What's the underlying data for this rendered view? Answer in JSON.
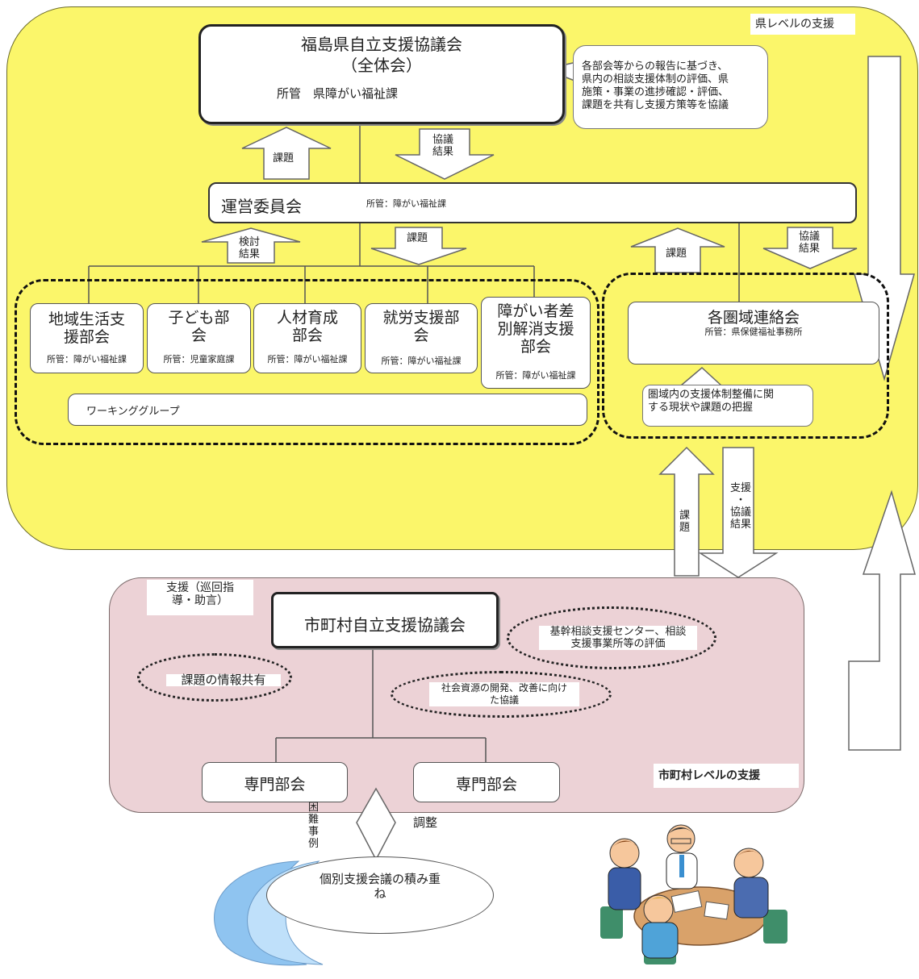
{
  "pref_level_label": "県レベルの支援",
  "pref_council": {
    "title": "福島県自立支援協議会",
    "subtitle": "（全体会）",
    "jurisdiction": "所管　県障がい福祉課"
  },
  "pref_council_note": [
    "各部会等からの報告に基づき、",
    "県内の相談支援体制の評価、県",
    "施策・事業の進捗確認・評価、",
    "課題を共有し支援方策等を協議"
  ],
  "arrow_labels": {
    "issue": "課題",
    "discussion_result": [
      "協議",
      "結果"
    ],
    "review_result": [
      "検討",
      "結果"
    ],
    "issue_vertical": [
      "課",
      "題"
    ],
    "support_result": [
      "支援",
      "・",
      "協議",
      "結果"
    ],
    "difficult_cases": [
      "困",
      "難",
      "事",
      "例"
    ],
    "coordination": "調整"
  },
  "steering": {
    "title": "運営委員会",
    "jurisdiction": "所管：障がい福祉課"
  },
  "subcommittees": [
    {
      "title": [
        "地域生活支",
        "援部会"
      ],
      "jurisdiction": "所管：障がい福祉課"
    },
    {
      "title": [
        "子ども部",
        "会"
      ],
      "jurisdiction": "所管：児童家庭課"
    },
    {
      "title": [
        "人材育成",
        "部会"
      ],
      "jurisdiction": "所管：障がい福祉課"
    },
    {
      "title": [
        "就労支援部",
        "会"
      ],
      "jurisdiction": "所管：障がい福祉課"
    },
    {
      "title": [
        "障がい者差",
        "別解消支援",
        "部会"
      ],
      "jurisdiction": "所管：障がい福祉課"
    }
  ],
  "working_group": "ワーキンググループ",
  "regional": {
    "title": "各圏域連絡会",
    "jurisdiction": "所管：県保健福祉事務所"
  },
  "regional_note": [
    "圏域内の支援体制整備に関",
    "する現状や課題の把握"
  ],
  "muni_support_label": [
    "支援（巡回指",
    "導・助言）"
  ],
  "muni_council": "市町村自立支援協議会",
  "muni_ovals": {
    "evaluation": [
      "基幹相談支援センター、相談",
      "支援事業所等の評価"
    ],
    "info_share": "課題の情報共有",
    "resources": [
      "社会資源の開発、改善に向け",
      "た協議"
    ]
  },
  "specialist_committee": "専門部会",
  "muni_level_label": "市町村レベルの支援",
  "individual_meeting": [
    "個別支援会議の積み重",
    "ね"
  ],
  "colors": {
    "pref_bg": "#fbf66a",
    "muni_bg": "#ecd2d6",
    "wave": "#8fc4f0"
  },
  "illustration": "people-meeting-illustration"
}
